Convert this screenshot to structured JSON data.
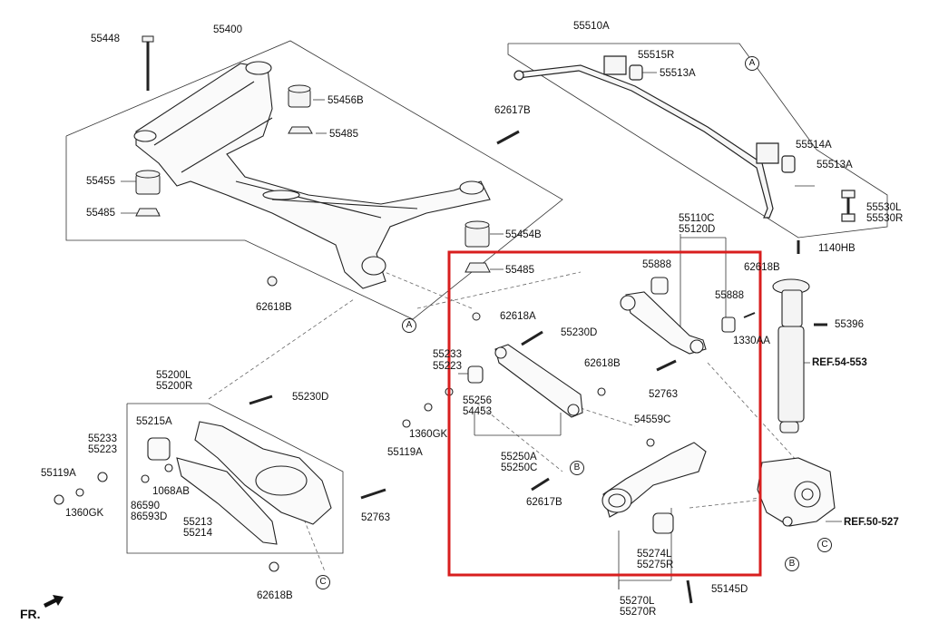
{
  "diagram": {
    "highlight_color": "#d81e1e",
    "labels": {
      "p55448": "55448",
      "p55400": "55400",
      "p55456B": "55456B",
      "p55485a": "55485",
      "p55455": "55455",
      "p55485b": "55485",
      "p62617Ba": "62617B",
      "p55454B": "55454B",
      "p55485c": "55485",
      "p62618Ba": "62618B",
      "p62618A": "62618A",
      "p55230Da": "55230D",
      "p55233a": "55233",
      "p55223a": "55223",
      "p62618Bb": "62618B",
      "p55256": "55256",
      "p54453": "54453",
      "p55250A": "55250A",
      "p55250C": "55250C",
      "p62617Bb": "62617B",
      "p55510A": "55510A",
      "p55515R": "55515R",
      "p55513Aa": "55513A",
      "p55514A": "55514A",
      "p55513Ab": "55513A",
      "p55530L": "55530L",
      "p55530R": "55530R",
      "p1140HB": "1140HB",
      "p55110C": "55110C",
      "p55120D": "55120D",
      "p55888a": "55888",
      "p62618Bc": "62618B",
      "p55888b": "55888",
      "p1330AA": "1330AA",
      "p55396": "55396",
      "p52763a": "52763",
      "p54559C": "54559C",
      "p55274L": "55274L",
      "p55275R": "55275R",
      "p55145D": "55145D",
      "p55270L": "55270L",
      "p55270R": "55270R",
      "p55200L": "55200L",
      "p55200R": "55200R",
      "p55230Db": "55230D",
      "p55215A": "55215A",
      "p55233b": "55233",
      "p55223b": "55223",
      "p55119Aa": "55119A",
      "p1360GKa": "1360GK",
      "p1068AB": "1068AB",
      "p86590": "86590",
      "p86593D": "86593D",
      "p55213": "55213",
      "p55214": "55214",
      "p52763b": "52763",
      "p62618Bd": "62618B",
      "p55119Ab": "55119A",
      "p1360GKb": "1360GK"
    },
    "refs": {
      "ref1": "REF.54-553",
      "ref2": "REF.50-527"
    },
    "callouts": {
      "A": "A",
      "B": "B",
      "C": "C"
    },
    "direction": "FR."
  }
}
